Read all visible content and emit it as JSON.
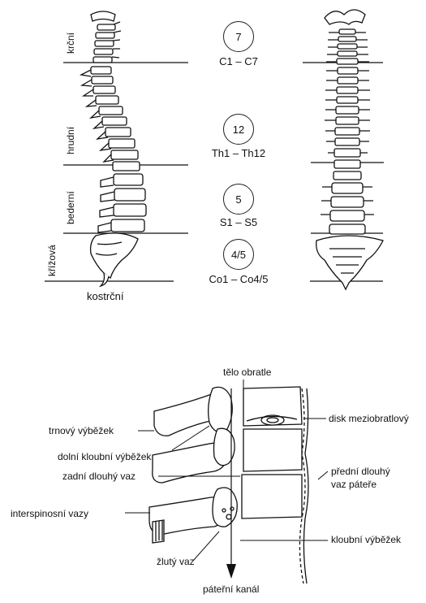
{
  "regions": [
    {
      "key": "cervical",
      "vertical_label": "krční",
      "count": "7",
      "range": "C1 – C7"
    },
    {
      "key": "thoracic",
      "vertical_label": "hrudní",
      "count": "12",
      "range": "Th1 – Th12"
    },
    {
      "key": "lumbar",
      "vertical_label": "bederní",
      "count": "5",
      "range": "S1 – S5"
    },
    {
      "key": "sacral",
      "vertical_label": "křížová",
      "count": "4/5",
      "range": "Co1 – Co4/5"
    }
  ],
  "coccyx_label": "kostrční",
  "detail_labels": {
    "vertebral_body": "tělo obratle",
    "spinous_process": "trnový výběžek",
    "inferior_articular_process": "dolní kloubní výběžek",
    "posterior_ligament": "zadní dlouhý vaz",
    "interspinous_ligaments": "interspinosní vazy",
    "ligamentum_flavum": "žlutý vaz",
    "intervertebral_disc": "disk meziobratlový",
    "anterior_ligament_line1": "přední dlouhý",
    "anterior_ligament_line2": "vaz páteře",
    "articular_process": "kloubní výběžek",
    "spinal_canal": "páteřní kanál"
  }
}
